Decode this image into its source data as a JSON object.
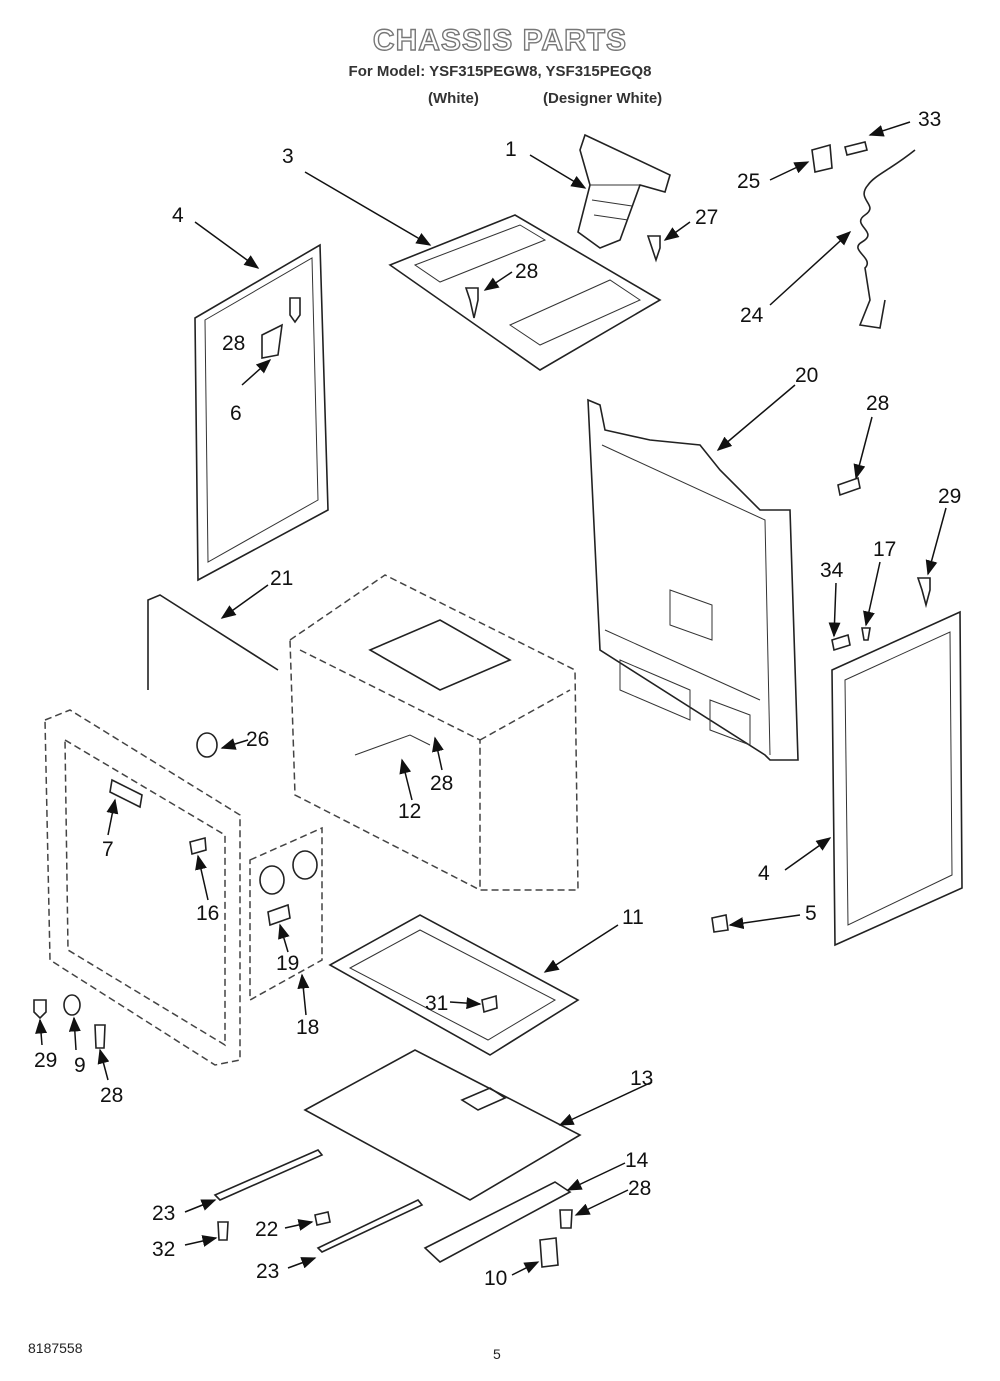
{
  "header": {
    "title": "CHASSIS PARTS",
    "model_line": "For Model: YSF315PEGW8, YSF315PEGQ8",
    "variant_white": "(White)",
    "variant_designer": "(Designer White)"
  },
  "callouts": [
    {
      "id": "c1",
      "text": "1"
    },
    {
      "id": "c3",
      "text": "3"
    },
    {
      "id": "c33",
      "text": "33"
    },
    {
      "id": "c25",
      "text": "25"
    },
    {
      "id": "c27",
      "text": "27"
    },
    {
      "id": "c4a",
      "text": "4"
    },
    {
      "id": "c28a",
      "text": "28"
    },
    {
      "id": "c24",
      "text": "24"
    },
    {
      "id": "c28b",
      "text": "28"
    },
    {
      "id": "c6",
      "text": "6"
    },
    {
      "id": "c20",
      "text": "20"
    },
    {
      "id": "c28c",
      "text": "28"
    },
    {
      "id": "c29a",
      "text": "29"
    },
    {
      "id": "c21",
      "text": "21"
    },
    {
      "id": "c17",
      "text": "17"
    },
    {
      "id": "c34",
      "text": "34"
    },
    {
      "id": "c26",
      "text": "26"
    },
    {
      "id": "c28d",
      "text": "28"
    },
    {
      "id": "c12",
      "text": "12"
    },
    {
      "id": "c7",
      "text": "7"
    },
    {
      "id": "c16",
      "text": "16"
    },
    {
      "id": "c4b",
      "text": "4"
    },
    {
      "id": "c5",
      "text": "5"
    },
    {
      "id": "c19",
      "text": "19"
    },
    {
      "id": "c11",
      "text": "11"
    },
    {
      "id": "c18",
      "text": "18"
    },
    {
      "id": "c31",
      "text": "31"
    },
    {
      "id": "c29b",
      "text": "29"
    },
    {
      "id": "c9",
      "text": "9"
    },
    {
      "id": "c28e",
      "text": "28"
    },
    {
      "id": "c13",
      "text": "13"
    },
    {
      "id": "c14",
      "text": "14"
    },
    {
      "id": "c28f",
      "text": "28"
    },
    {
      "id": "c23a",
      "text": "23"
    },
    {
      "id": "c22",
      "text": "22"
    },
    {
      "id": "c32",
      "text": "32"
    },
    {
      "id": "c23b",
      "text": "23"
    },
    {
      "id": "c10",
      "text": "10"
    }
  ],
  "footer": {
    "doc_number": "8187558",
    "page_number": "5"
  }
}
